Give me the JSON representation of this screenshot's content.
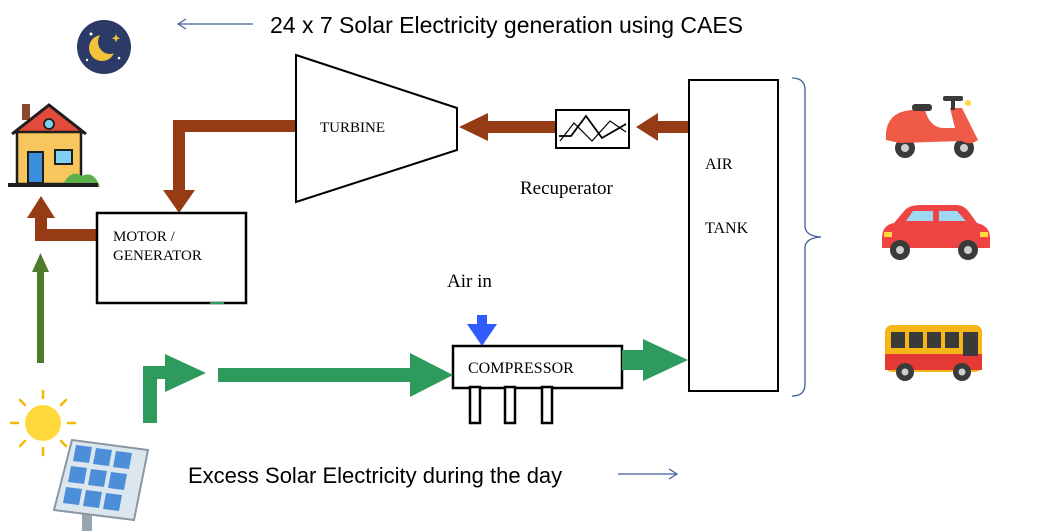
{
  "diagram": {
    "title": "24 x 7 Solar Electricity generation using CAES",
    "caption": "Excess Solar Electricity during the day",
    "nodes": {
      "turbine": "TURBINE",
      "motor_generator_line1": "MOTOR /",
      "motor_generator_line2": "GENERATOR",
      "recuperator": "Recuperator",
      "air_tank_line1": "AIR",
      "air_tank_line2": "TANK",
      "air_in": "Air in",
      "compressor": "COMPRESSOR"
    },
    "icons": {
      "night": "moon-stars-icon",
      "home": "house-icon",
      "sun": "sun-icon",
      "solar_panel": "solar-panel-icon",
      "scooter": "scooter-icon",
      "car": "car-icon",
      "bus": "bus-icon"
    },
    "colors": {
      "discharge_flow": "#963C14",
      "charge_flow": "#2E9A5C",
      "solar_arrow": "#4F7B2C",
      "air_in": "#2F5BFF",
      "annotation_arrow": "#3F5E9A",
      "box_stroke": "#000000"
    }
  }
}
